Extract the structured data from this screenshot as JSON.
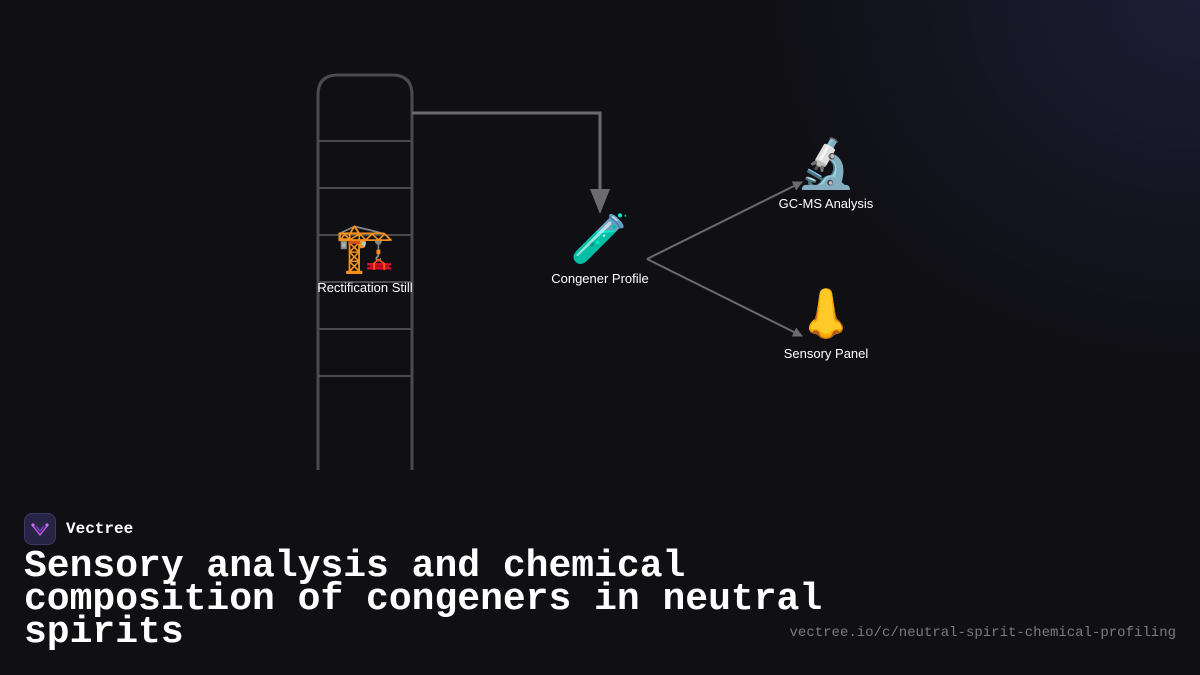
{
  "diagram": {
    "nodes": [
      {
        "id": "still",
        "icon": "crane-icon",
        "emoji": "🏗️",
        "label": "Rectification Still"
      },
      {
        "id": "congener",
        "icon": "test-tube-icon",
        "emoji": "🧪",
        "label": "Congener Profile"
      },
      {
        "id": "gcms",
        "icon": "microscope-icon",
        "emoji": "🔬",
        "label": "GC-MS Analysis"
      },
      {
        "id": "sensory",
        "icon": "nose-icon",
        "emoji": "👃",
        "label": "Sensory Panel"
      }
    ],
    "edges": [
      {
        "from": "still",
        "to": "congener"
      },
      {
        "from": "congener",
        "to": "gcms"
      },
      {
        "from": "congener",
        "to": "sensory"
      }
    ],
    "colors": {
      "background": "#0f0f14",
      "column_stroke": "#4a4a4f",
      "arrow_stroke": "#6b6b6f",
      "label": "#ffffff"
    }
  },
  "brand": {
    "name": "Vectree",
    "logo_icon": "vectree-logo-icon",
    "logo_color": "#b455e0"
  },
  "title": "Sensory analysis and chemical composition of congeners in neutral spirits",
  "url": "vectree.io/c/neutral-spirit-chemical-profiling"
}
